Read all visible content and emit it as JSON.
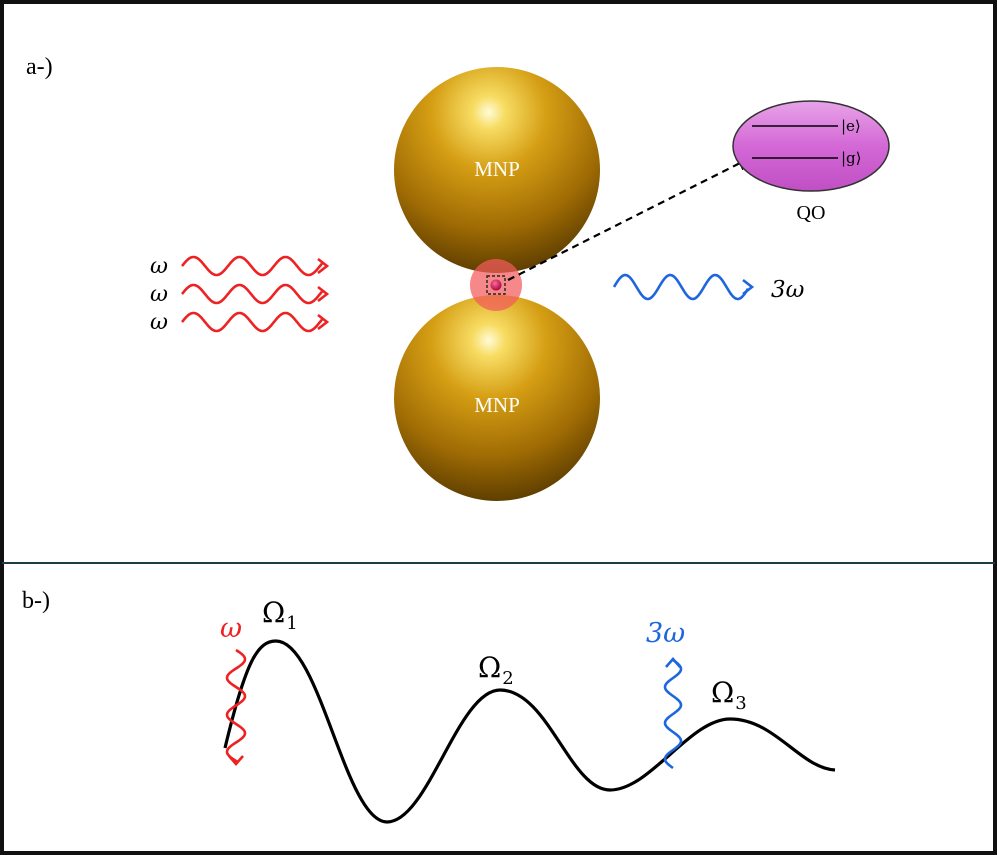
{
  "panel_a": {
    "label": "a-)",
    "mnp_top_label": "MNP",
    "mnp_bottom_label": "MNP",
    "qo_label": "QO",
    "ket_excited": "|e⟩",
    "ket_ground": "|g⟩",
    "incident_labels": [
      "ω",
      "ω",
      "ω"
    ],
    "emitted_label": "3ω",
    "colors": {
      "gold": "#c8900a",
      "incident": "#ee2222",
      "emitted": "#1e66dd",
      "qo": "#d36bd3",
      "hotspot": "#f0595a"
    }
  },
  "panel_b": {
    "label": "b-)",
    "omega_label": "ω",
    "three_omega_label": "3ω",
    "peaks": [
      {
        "symbol": "Ω",
        "sub": "1"
      },
      {
        "symbol": "Ω",
        "sub": "2"
      },
      {
        "symbol": "Ω",
        "sub": "3"
      }
    ]
  }
}
